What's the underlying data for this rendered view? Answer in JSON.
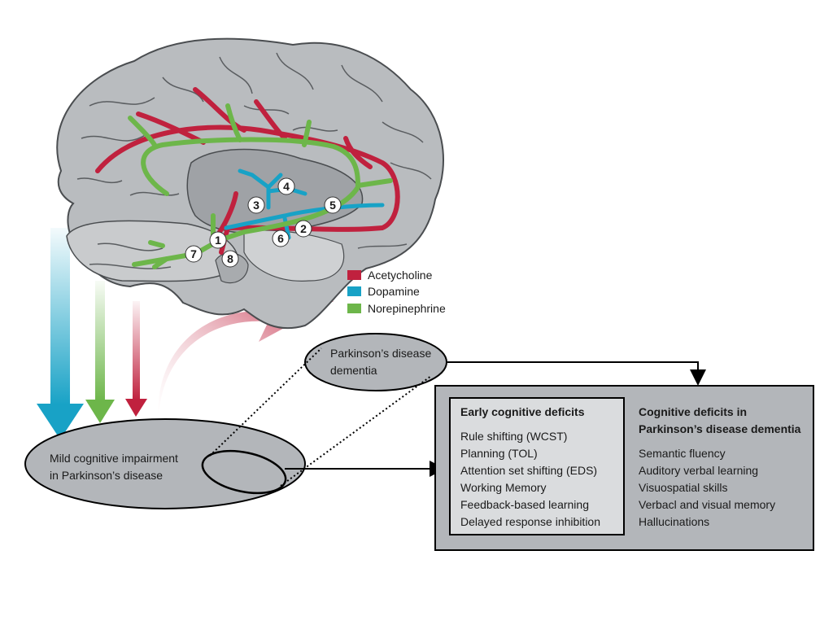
{
  "legend": [
    {
      "label": "Acetycholine",
      "color": "#c0213e"
    },
    {
      "label": "Dopamine",
      "color": "#18a2c6"
    },
    {
      "label": "Norepinephrine",
      "color": "#6db64a"
    }
  ],
  "pathway_numbers": [
    "1",
    "2",
    "3",
    "4",
    "5",
    "6",
    "7",
    "8"
  ],
  "nodes": {
    "mci_label_line1": "Mild cognitive impairment",
    "mci_label_line2": "in Parkinson’s disease",
    "pdd_label_line1": "Parkinson’s disease",
    "pdd_label_line2": "dementia"
  },
  "early_deficits": {
    "title": "Early cognitive deficits",
    "items": [
      "Rule shifting (WCST)",
      "Planning (TOL)",
      "Attention set shifting (EDS)",
      "Working Memory",
      "Feedback-based learning",
      "Delayed response inhibition"
    ]
  },
  "pdd_deficits": {
    "title_line1": "Cognitive deficits in",
    "title_line2": "Parkinson’s disease dementia",
    "items": [
      "Semantic fluency",
      "Auditory verbal learning",
      "Visuospatial skills",
      "Verbacl and visual memory",
      "Hallucinations"
    ]
  },
  "colors": {
    "acetylcholine": "#c0213e",
    "dopamine": "#18a2c6",
    "norepinephrine": "#6db64a",
    "brain": "#b9bcbf",
    "ellipse_fill": "#b3b6ba",
    "panel_outer": "#b3b6ba",
    "panel_inner": "#dadcde"
  }
}
